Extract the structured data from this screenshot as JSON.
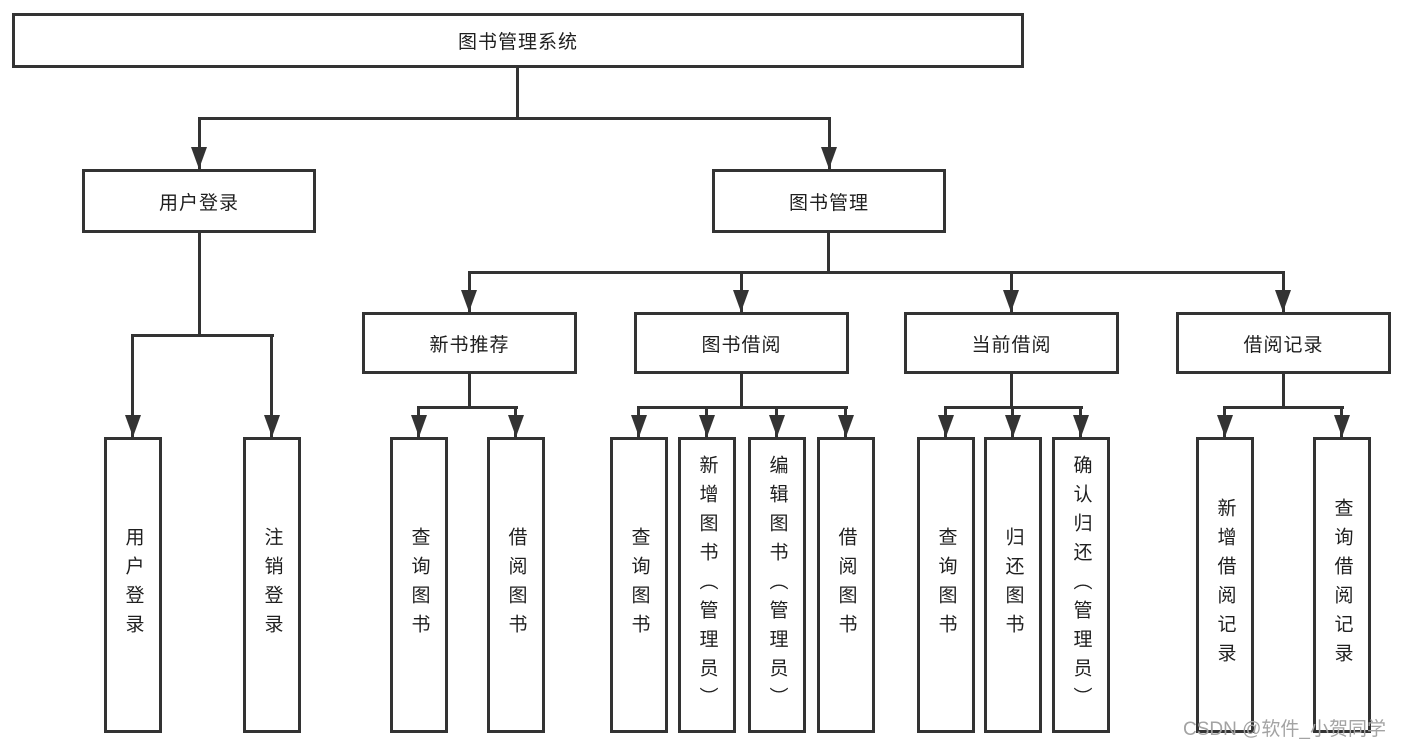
{
  "colors": {
    "line": "#333333",
    "box_border": "#333333",
    "text": "#1f1f1f",
    "background": "#ffffff",
    "watermark": "#a3a3a3"
  },
  "tree": {
    "label": "图书管理系统",
    "children": [
      {
        "label": "用户登录",
        "children": [
          {
            "label": "用户登录"
          },
          {
            "label": "注销登录"
          }
        ]
      },
      {
        "label": "图书管理",
        "children": [
          {
            "label": "新书推荐",
            "children": [
              {
                "label": "查询图书"
              },
              {
                "label": "借阅图书"
              }
            ]
          },
          {
            "label": "图书借阅",
            "children": [
              {
                "label": "查询图书"
              },
              {
                "label": "新增图书（管理员）"
              },
              {
                "label": "编辑图书（管理员）"
              },
              {
                "label": "借阅图书"
              }
            ]
          },
          {
            "label": "当前借阅",
            "children": [
              {
                "label": "查询图书"
              },
              {
                "label": "归还图书"
              },
              {
                "label": "确认归还（管理员）"
              }
            ]
          },
          {
            "label": "借阅记录",
            "children": [
              {
                "label": "新增借阅记录"
              },
              {
                "label": "查询借阅记录"
              }
            ]
          }
        ]
      }
    ]
  },
  "watermark": {
    "text": "CSDN @软件_小贺同学"
  }
}
